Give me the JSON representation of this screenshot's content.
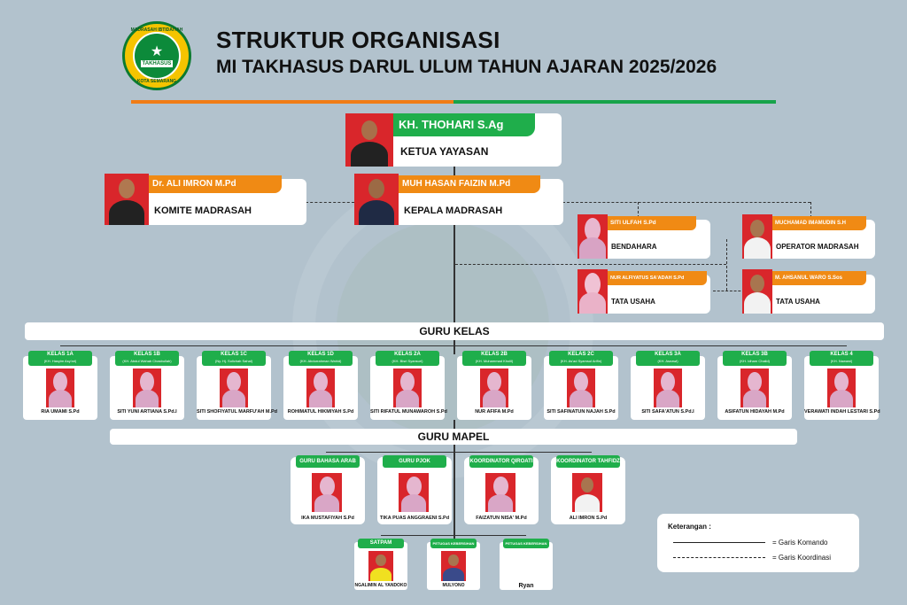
{
  "header": {
    "title": "STRUKTUR ORGANISASI",
    "subtitle": "MI TAKHASUS DARUL ULUM TAHUN AJARAN 2025/2026",
    "logo_top": "MADRASAH IBTIDAIYAH",
    "logo_center": "TAKHASUS",
    "logo_bottom": "KOTA SEMARANG"
  },
  "colors": {
    "accent_green": "#1fae4b",
    "accent_orange": "#f08a14",
    "photo_bg": "#d9262b",
    "background": "#b2c2cd"
  },
  "ketua": {
    "name": "KH. THOHARI S.Ag",
    "role": "KETUA YAYASAN"
  },
  "komite": {
    "name": "Dr. ALI IMRON M.Pd",
    "role": "KOMITE MADRASAH"
  },
  "kepala": {
    "name": "MUH HASAN FAIZIN M.Pd",
    "role": "KEPALA MADRASAH"
  },
  "bendahara": {
    "name": "SITI ULFAH S.Pd",
    "role": "BENDAHARA"
  },
  "operator": {
    "name": "MUCHAMAD IMAMUDIN S.H",
    "role": "OPERATOR MADRASAH"
  },
  "tu1": {
    "name": "NUR ALFIYATUS SA'ADAH S.Pd",
    "role": "TATA USAHA"
  },
  "tu2": {
    "name": "M. AHSANUL WARO S.Sos",
    "role": "TATA USAHA"
  },
  "guru_kelas_label": "GURU KELAS",
  "guru_kelas": [
    {
      "kelas": "KELAS 1A",
      "ruang": "(KH. Hasyim Asy'ari)",
      "name": "RIA UMAMI S.Pd"
    },
    {
      "kelas": "KELAS 1B",
      "ruang": "(KH. Abdul Wahab Chasbullah)",
      "name": "SITI YUNI ARTIANA S.Pd.I"
    },
    {
      "kelas": "KELAS 1C",
      "ruang": "(Ny. Hj. Solichah Sahal)",
      "name": "SITI SHOFIYATUL MARFU'AH M.Pd"
    },
    {
      "kelas": "KELAS 1D",
      "ruang": "(KH. Abdurrahman Wahid)",
      "name": "ROHIMATUL HIKMIYAH S.Pd"
    },
    {
      "kelas": "KELAS 2A",
      "ruang": "(KH. Bisri Syansuri)",
      "name": "SITI RIFATUL MUNAWAROH S.Pd"
    },
    {
      "kelas": "KELAS 2B",
      "ruang": "(KH. Muhammad Kholil)",
      "name": "NUR AFIFA M.Pd"
    },
    {
      "kelas": "KELAS 2C",
      "ruang": "(KH. As'ad Syamsul Arifin)",
      "name": "SITI SAFINATUN NAJAH S.Pd"
    },
    {
      "kelas": "KELAS 3A",
      "ruang": "(KH. Asnawi)",
      "name": "SITI SAFA'ATUN S.Pd.I"
    },
    {
      "kelas": "KELAS 3B",
      "ruang": "(KH. Idham Chalid)",
      "name": "ASIFATUN HIDAYAH M.Pd"
    },
    {
      "kelas": "KELAS 4",
      "ruang": "(KH. Nawawi)",
      "name": "VERAWATI INDAH LESTARI S.Pd"
    }
  ],
  "guru_mapel_label": "GURU MAPEL",
  "guru_mapel": [
    {
      "role": "GURU BAHASA ARAB",
      "name": "IKA MUSTAFIYAH S.Pd"
    },
    {
      "role": "GURU PJOK",
      "name": "TIKA PUAS ANGGRAENI S.Pd"
    },
    {
      "role": "KOORDINATOR QIROATI",
      "name": "FAIZATUN NISA' M.Pd"
    },
    {
      "role": "KOORDINATOR TAHFIDZ",
      "name": "ALI IMRON S.Pd"
    }
  ],
  "staff": [
    {
      "role": "SATPAM",
      "name": "NGALIMIN AL YANDOKO"
    },
    {
      "role": "PETUGAS KEBERSIHAN",
      "name": "MULYONO"
    },
    {
      "role": "PETUGAS KEBERSIHAN",
      "name": "Ryan"
    }
  ],
  "legend": {
    "title": "Keterangan :",
    "komando": "= Garis Komando",
    "koordinasi": "= Garis Koordinasi"
  }
}
